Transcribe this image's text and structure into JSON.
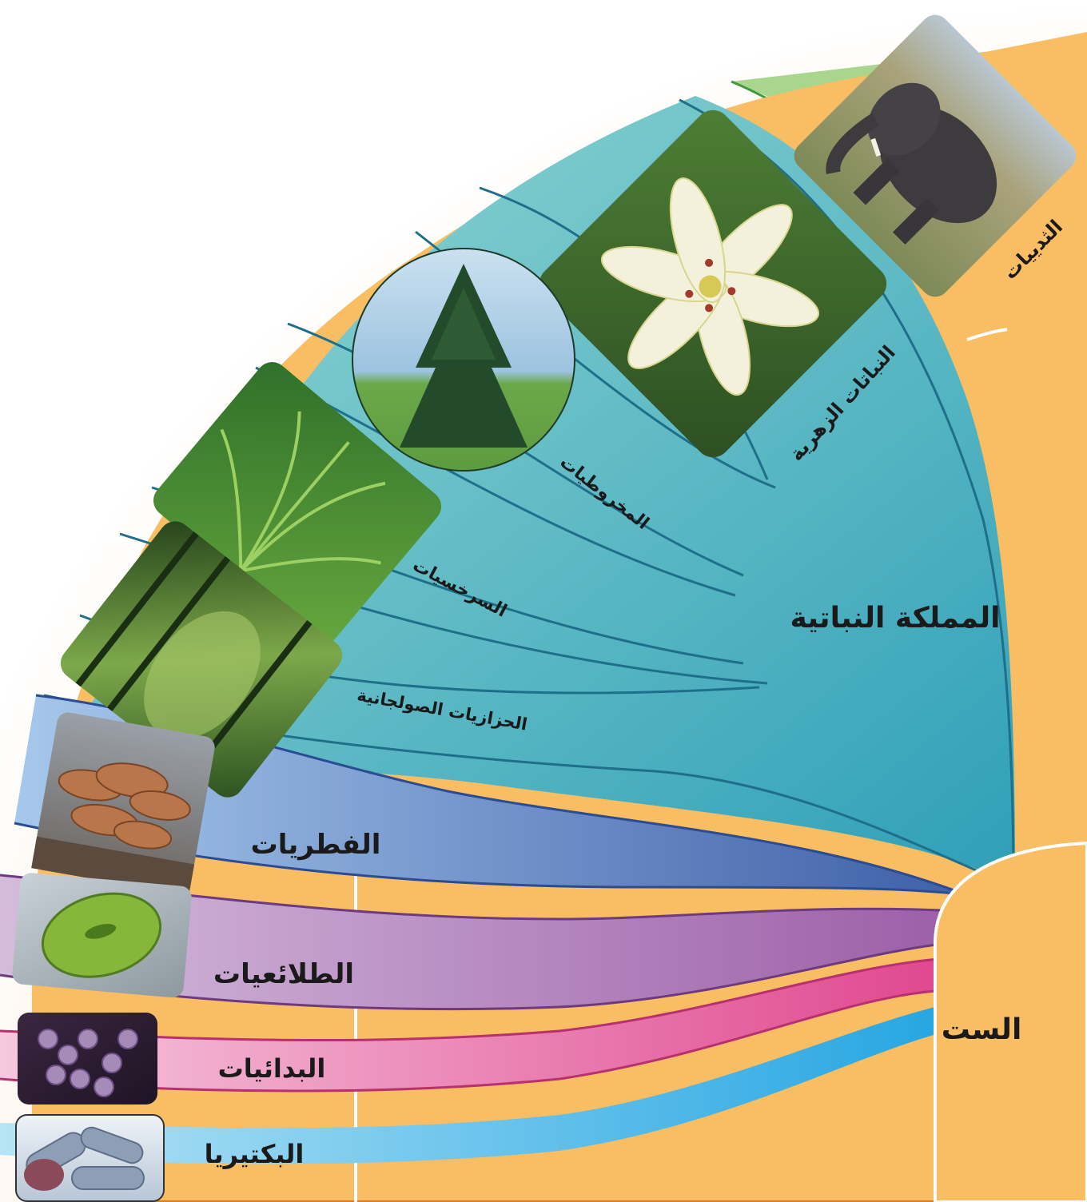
{
  "diagram": {
    "root_label": "الست",
    "plant_kingdom_label": "المملكة النباتية",
    "branches": {
      "mammals": "الثدييات",
      "flowering": "النباتات الزهرية",
      "conifers": "المخروطيات",
      "ferns": "السرخسيات",
      "clubmosses": "الحزازيات الصولجانية",
      "fungi": "الفطريات",
      "protists": "الطلائعيات",
      "archaea": "البدائيات",
      "bacteria": "البكتيريا"
    },
    "colors": {
      "orange": "#F9BD63",
      "teal": "#5FBFC4",
      "green": "#9ED085",
      "blue": "#5C7FC0",
      "purple": "#A872B4",
      "pink": "#E6599B",
      "cyan": "#36B0E6"
    },
    "icons": {
      "mammals": "elephant-photo",
      "flowering": "lily-photo",
      "conifers": "pine-tree-photo",
      "ferns": "fern-photo",
      "clubmosses": "moss-forest-photo",
      "fungi": "mushroom-photo",
      "protists": "paramecium-photo",
      "archaea": "archaea-photo",
      "bacteria": "bacteria-photo"
    }
  }
}
